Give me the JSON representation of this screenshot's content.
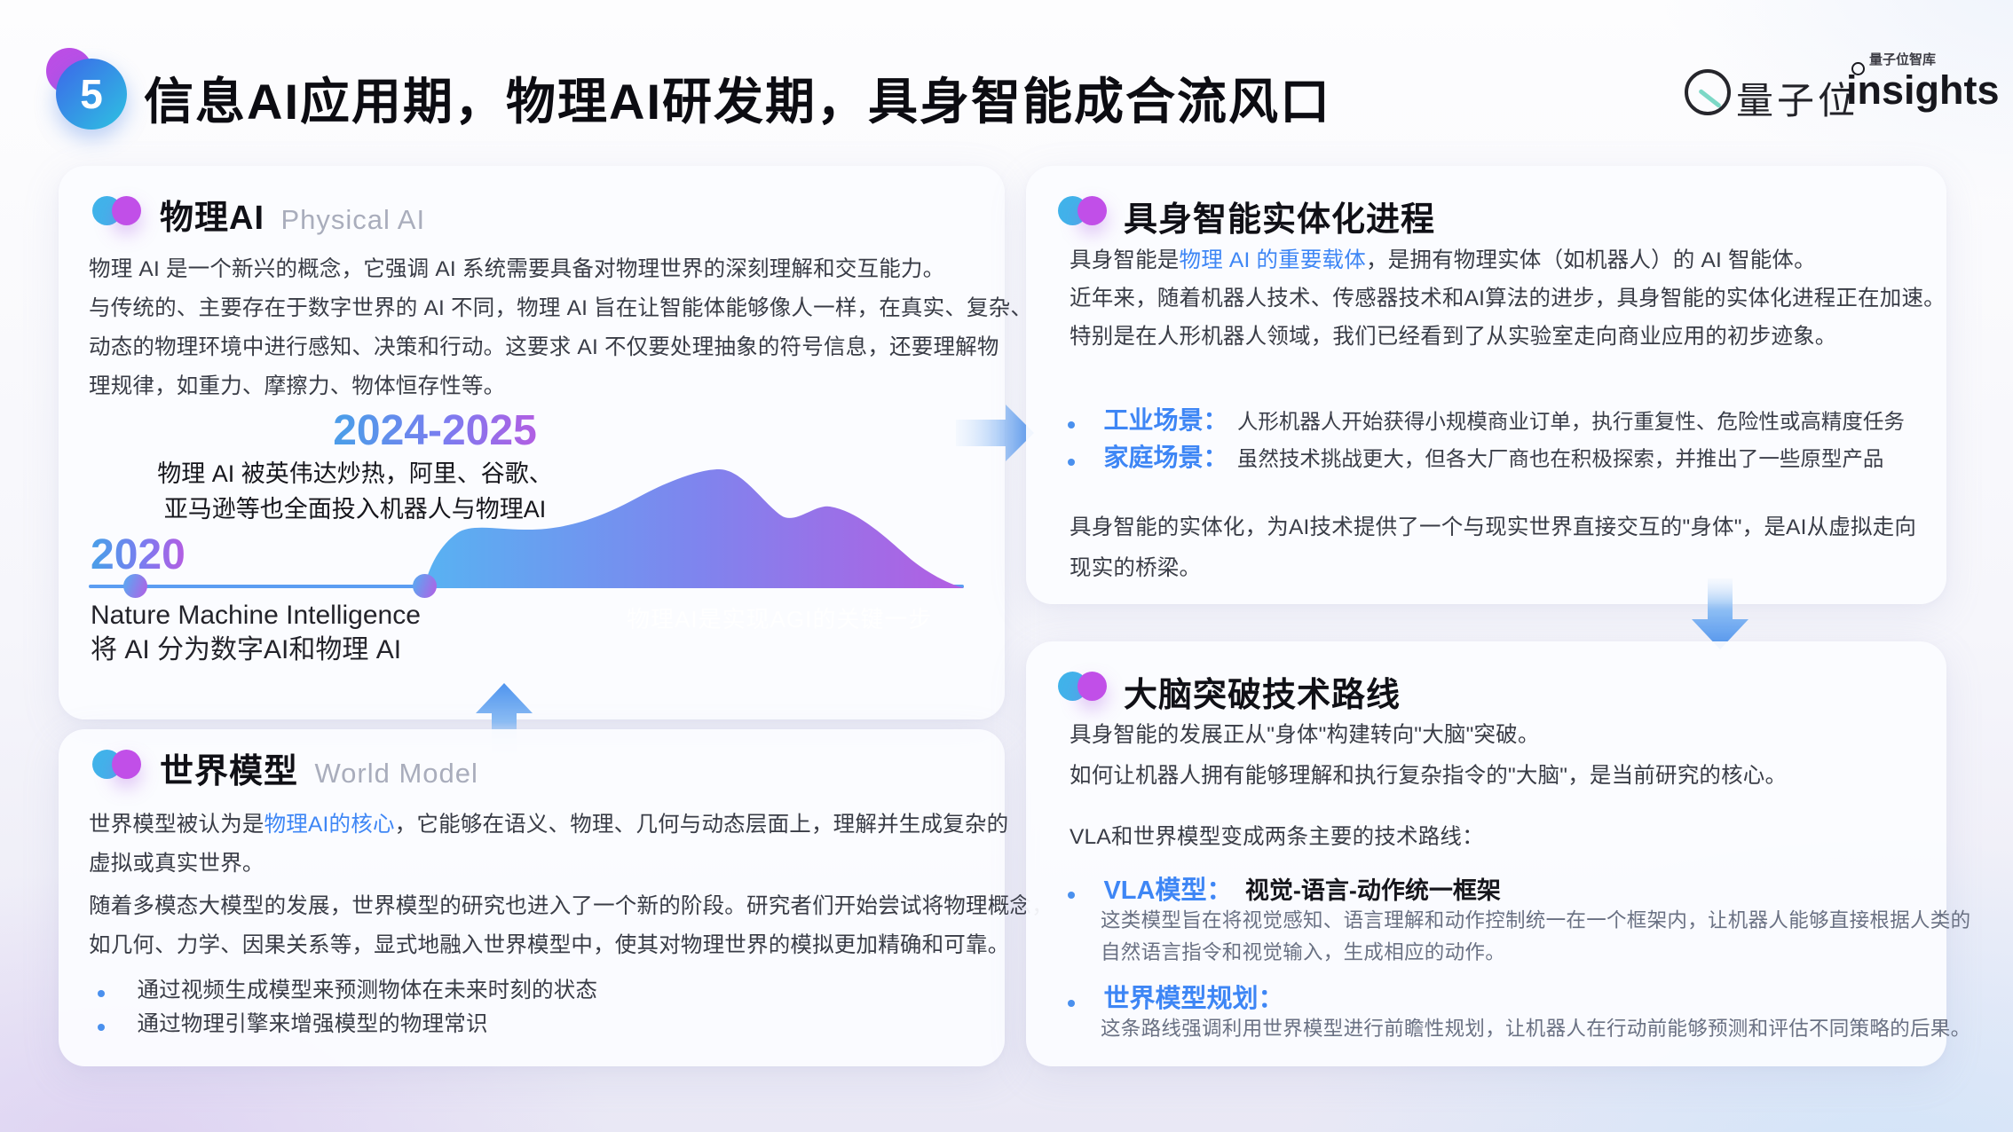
{
  "header": {
    "badge": "5",
    "title": "信息AI应用期，物理AI研发期，具身智能成合流风口",
    "logo": {
      "brand": "量子位",
      "insights": "insights",
      "tagline": "量子位智库"
    }
  },
  "colors": {
    "accent_blue": "#3e86f5",
    "gradient_blue": "#4d9ce9",
    "gradient_purple": "#b05fe3",
    "icon_blue": "#41b3ea",
    "icon_purple": "#c14fe8",
    "timeline_line": "#5b9df2"
  },
  "physical_ai": {
    "title": "物理AI",
    "subtitle": "Physical AI",
    "para": [
      "物理 AI 是一个新兴的概念，它强调 AI 系统需要具备对物理世界的深刻理解和交互能力。",
      "与传统的、主要存在于数字世界的 AI 不同，物理 AI 旨在让智能体能够像人一样，在真实、复杂、",
      "动态的物理环境中进行感知、决策和行动。这要求 AI 不仅要处理抽象的符号信息，还要理解物",
      "理规律，如重力、摩擦力、物体恒存性等。"
    ],
    "timeline": {
      "year_start": "2020",
      "year_peak": "2024-2025",
      "annotation": [
        "物理 AI 被英伟达炒热，阿里、谷歌、",
        "亚马逊等也全面投入机器人与物理AI"
      ],
      "peak_label": "物理AI是实现AGI的关键一步",
      "start_note": [
        "Nature Machine Intelligence",
        "将 AI 分为数字AI和物理 AI"
      ]
    }
  },
  "world_model": {
    "title": "世界模型",
    "subtitle": "World Model",
    "para1_prefix": "世界模型被认为是",
    "para1_link": "物理AI的核心",
    "para1_rest": "，它能够在语义、物理、几何与动态层面上，理解并生成复杂的",
    "para1_line2": "虚拟或真实世界。",
    "para2": [
      "随着多模态大模型的发展，世界模型的研究也进入了一个新的阶段。研究者们开始尝试将物理概念，",
      "如几何、力学、因果关系等，显式地融入世界模型中，使其对物理世界的模拟更加精确和可靠。"
    ],
    "bullets": [
      "通过视频生成模型来预测物体在未来时刻的状态",
      "通过物理引擎来增强模型的物理常识"
    ]
  },
  "embodied": {
    "title": "具身智能实体化进程",
    "para_prefix": "具身智能是",
    "para_link": "物理 AI 的重要载体",
    "para_rest": "，是拥有物理实体（如机器人）的 AI 智能体。",
    "para_lines": [
      "近年来，随着机器人技术、传感器技术和AI算法的进步，具身智能的实体化进程正在加速。",
      "特别是在人形机器人领域，我们已经看到了从实验室走向商业应用的初步迹象。"
    ],
    "bullets": [
      {
        "label": "工业场景：",
        "text": "人形机器人开始获得小规模商业订单，执行重复性、危险性或高精度任务"
      },
      {
        "label": "家庭场景：",
        "text": "虽然技术挑战更大，但各大厂商也在积极探索，并推出了一些原型产品"
      }
    ],
    "closing": [
      "具身智能的实体化，为AI技术提供了一个与现实世界直接交互的\"身体\"，是AI从虚拟走向",
      "现实的桥梁。"
    ]
  },
  "brain": {
    "title": "大脑突破技术路线",
    "para": [
      "具身智能的发展正从\"身体\"构建转向\"大脑\"突破。",
      "如何让机器人拥有能够理解和执行复杂指令的\"大脑\"，是当前研究的核心。"
    ],
    "routes_intro": "VLA和世界模型变成两条主要的技术路线：",
    "routes": [
      {
        "label": "VLA模型：",
        "headline": "视觉-语言-动作统一框架",
        "desc": [
          "这类模型旨在将视觉感知、语言理解和动作控制统一在一个框架内，让机器人能够直接根据人类的",
          "自然语言指令和视觉输入，生成相应的动作。"
        ]
      },
      {
        "label": "世界模型规划：",
        "headline": "",
        "desc": [
          "这条路线强调利用世界模型进行前瞻性规划，让机器人在行动前能够预测和评估不同策略的后果。"
        ]
      }
    ]
  }
}
